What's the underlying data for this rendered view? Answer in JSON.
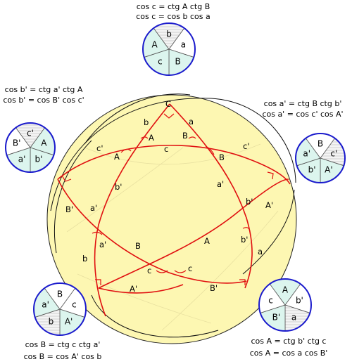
{
  "formulas": {
    "top": [
      "cos c = ctg A ctg B",
      "cos c = cos b cos a"
    ],
    "upper_left": [
      "cos b' = ctg a' ctg A",
      "cos b' = cos B' cos c'"
    ],
    "upper_right": [
      "cos a' = ctg B ctg b'",
      "cos a' = cos c' cos A'"
    ],
    "lower_left": [
      "cos B = ctg c ctg a'",
      "cos B = cos A' cos b"
    ],
    "lower_right": [
      "cos A = ctg b' ctg c",
      "cos A = cos a cos B'"
    ]
  },
  "wheels": {
    "top": [
      "a",
      "B",
      "c",
      "A",
      "b"
    ],
    "upper_left": [
      "A",
      "b'",
      "a'",
      "B'",
      "c'"
    ],
    "upper_right": [
      "c'",
      "A'",
      "b'",
      "a'",
      "B"
    ],
    "lower_left": [
      "c",
      "A'",
      "b",
      "a'",
      "B"
    ],
    "lower_right": [
      "b'",
      "a",
      "B'",
      "c",
      "A"
    ]
  },
  "pentagram_labels": {
    "C": "C",
    "a": "a",
    "b": "b",
    "A": "A",
    "B": "B",
    "c": "c",
    "a_prime": "a'",
    "b_prime": "b'",
    "c_prime": "c'",
    "A_prime": "A'",
    "B_prime": "B'"
  },
  "colors": {
    "sphere_fill": "#fdf7b2",
    "sphere_stroke": "#000000",
    "great_circle": "#e01010",
    "wheel_stroke": "#1a1acc",
    "wheel_fill_plain": "#ffffff",
    "wheel_fill_tint": "#dcf5ee",
    "wheel_fill_hatch": "#f2f2f2"
  }
}
